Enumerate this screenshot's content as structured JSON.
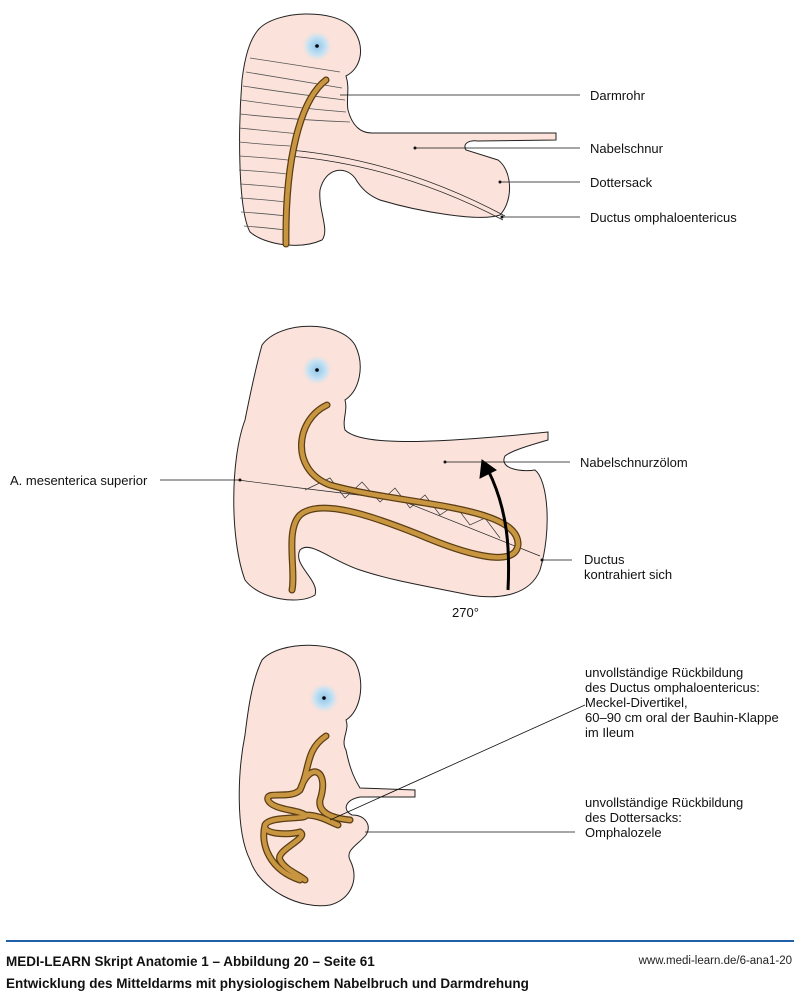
{
  "figure1": {
    "labels": [
      "Darmrohr",
      "Nabelschnur",
      "Dottersack",
      "Ductus omphaloentericus"
    ]
  },
  "figure2": {
    "label_left": "A. mesenterica superior",
    "label_coelom": "Nabelschnurzölom",
    "label_ductus": "Ductus\nkontrahiert sich",
    "rotation": "270°"
  },
  "figure3": {
    "label_meckel": "unvollständige Rückbildung\ndes Ductus omphaloentericus:\nMeckel-Divertikel,\n60–90 cm oral der Bauhin-Klappe\nim Ileum",
    "label_omphalozele": "unvollständige Rückbildung\ndes Dottersacks:\nOmphalozele"
  },
  "footer": {
    "source": "MEDI-LEARN Skript Anatomie 1 – Abbildung 20 – Seite 61",
    "url": "www.medi-learn.de/6-ana1-20",
    "caption": "Entwicklung des Mitteldarms mit physiologischem Nabelbruch und Darmdrehung"
  },
  "colors": {
    "body": "#fbe2da",
    "gut": "#c89640",
    "gut_outline": "#5a3d14",
    "rule": "#1f5fa8"
  }
}
